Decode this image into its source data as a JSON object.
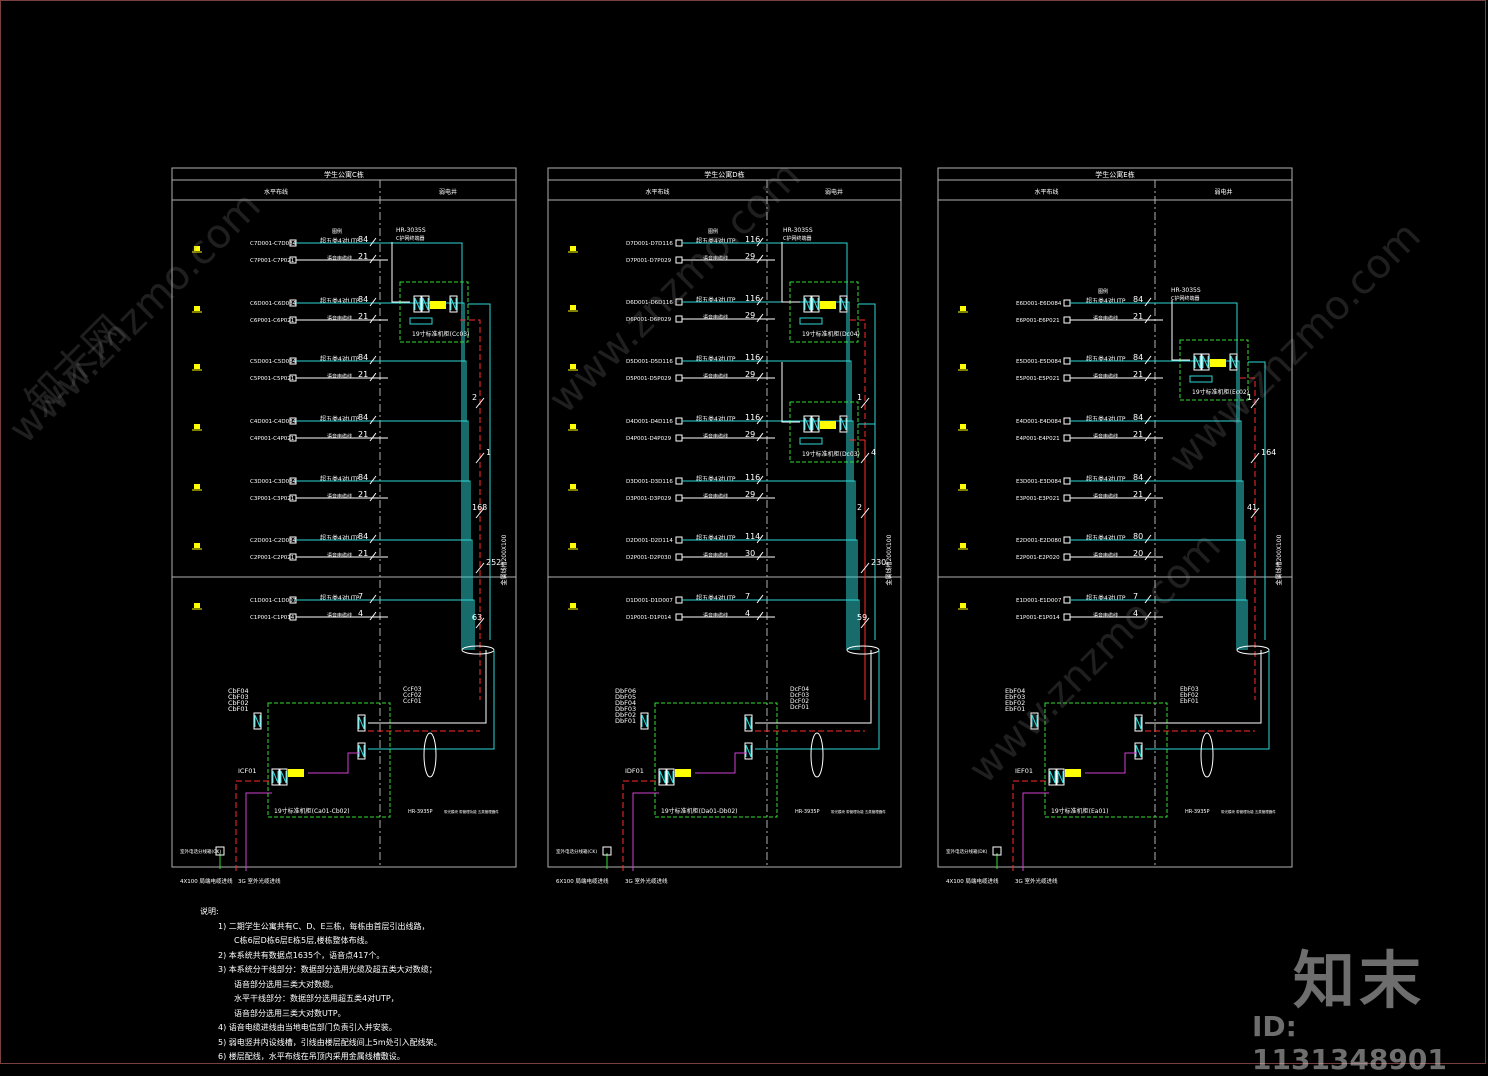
{
  "panels": [
    {
      "title": "学生公寓C栋",
      "col_left": "水平布线",
      "col_right": "弱电井",
      "header_label": "图例",
      "top_equipment": "HR-3035S",
      "top_equipment_sub": "C护网终端器",
      "rows": [
        {
          "item1": "C7D001-C7D084",
          "item2": "C7P001-C7P021",
          "n1": "84",
          "n2": "21",
          "cable1": "超五类4对UTP",
          "cable2": "语音电缆线"
        },
        {
          "item1": "C6D001-C6D084",
          "item2": "C6P001-C6P021",
          "n1": "84",
          "n2": "21",
          "cable1": "超五类4对UTP",
          "cable2": "语音电缆线"
        },
        {
          "item1": "C5D001-C5D084",
          "item2": "C5P001-C5P021",
          "n1": "84",
          "n2": "21",
          "cable1": "超五类4对UTP",
          "cable2": "语音电缆线"
        },
        {
          "item1": "C4D001-C4D084",
          "item2": "C4P001-C4P021",
          "n1": "84",
          "n2": "21",
          "cable1": "超五类4对UTP",
          "cable2": "语音电缆线"
        },
        {
          "item1": "C3D001-C3D084",
          "item2": "C3P001-C3P021",
          "n1": "84",
          "n2": "21",
          "cable1": "超五类4对UTP",
          "cable2": "语音电缆线"
        },
        {
          "item1": "C2D001-C2D084",
          "item2": "C2P001-C2P021",
          "n1": "84",
          "n2": "21",
          "cable1": "超五类4对UTP",
          "cable2": "语音电缆线"
        },
        {
          "item1": "C1D001-C1D007",
          "item2": "C1P001-C1P014",
          "n1": "7",
          "n2": "4",
          "cable1": "超五类4对UTP",
          "cable2": "语音电缆线"
        }
      ],
      "cabinets": [
        "19寸标准机柜(Cc03)"
      ],
      "riser_counts": [
        "2",
        "1",
        "168",
        "252",
        "63"
      ],
      "riser_label": "金属线槽200X100",
      "fiber_labels": [
        "CbF04",
        "CbF03",
        "CbF02",
        "CbF01"
      ],
      "dist_labels": [
        "CcF03",
        "CcF02",
        "CcF01"
      ],
      "main_cabinet": "19寸标准机柜(Ca01-Cb02)",
      "local_tag": "ICF01",
      "bottom_equipment": "HR-3935P",
      "bottom_equipment_note": "带光模块 带管理功能 五类管理器件",
      "bottom_left_note": "4X100 局端电缆进线",
      "bottom_mid_note": "3G 室外光缆进线",
      "ground_label": "室外电话分线箱(CK)"
    },
    {
      "title": "学生公寓D栋",
      "col_left": "水平布线",
      "col_right": "弱电井",
      "header_label": "图例",
      "top_equipment": "HR-3035S",
      "top_equipment_sub": "C护网终端器",
      "rows": [
        {
          "item1": "D7D001-D7D116",
          "item2": "D7P001-D7P029",
          "n1": "116",
          "n2": "29",
          "cable1": "超五类4对UTP",
          "cable2": "语音电缆线"
        },
        {
          "item1": "D6D001-D6D116",
          "item2": "D6P001-D6P029",
          "n1": "116",
          "n2": "29",
          "cable1": "超五类4对UTP",
          "cable2": "语音电缆线"
        },
        {
          "item1": "D5D001-D5D116",
          "item2": "D5P001-D5P029",
          "n1": "116",
          "n2": "29",
          "cable1": "超五类4对UTP",
          "cable2": "语音电缆线"
        },
        {
          "item1": "D4D001-D4D116",
          "item2": "D4P001-D4P029",
          "n1": "116",
          "n2": "29",
          "cable1": "超五类4对UTP",
          "cable2": "语音电缆线"
        },
        {
          "item1": "D3D001-D3D116",
          "item2": "D3P001-D3P029",
          "n1": "116",
          "n2": "29",
          "cable1": "超五类4对UTP",
          "cable2": "语音电缆线"
        },
        {
          "item1": "D2D001-D2D114",
          "item2": "D2P001-D2P030",
          "n1": "114",
          "n2": "30",
          "cable1": "超五类4对UTP",
          "cable2": "语音电缆线"
        },
        {
          "item1": "D1D001-D1D007",
          "item2": "D1P001-D1P014",
          "n1": "7",
          "n2": "4",
          "cable1": "超五类4对UTP",
          "cable2": "语音电缆线"
        }
      ],
      "cabinets": [
        "19寸标准机柜(Dc04)",
        "19寸标准机柜(Dc03)"
      ],
      "riser_counts": [
        "1",
        "4",
        "2",
        "230",
        "59"
      ],
      "riser_label": "金属线槽200X100",
      "fiber_labels": [
        "DbF06",
        "DbF05",
        "DbF04",
        "DbF03",
        "DbF02",
        "DbF01"
      ],
      "dist_labels": [
        "DcF04",
        "DcF03",
        "DcF02",
        "DcF01"
      ],
      "main_cabinet": "19寸标准机柜(Da01-Db02)",
      "local_tag": "IDF01",
      "bottom_equipment": "HR-3935P",
      "bottom_equipment_note": "带光模块 带管理功能 五类管理器件",
      "bottom_left_note": "6X100 局端电缆进线",
      "bottom_mid_note": "3G 室外光缆进线",
      "ground_label": "室外电话分线箱(CK)"
    },
    {
      "title": "学生公寓E栋",
      "col_left": "水平布线",
      "col_right": "弱电井",
      "header_label": "图例",
      "top_equipment": "HR-3035S",
      "top_equipment_sub": "C护网终端器",
      "rows": [
        {
          "item1": "E6D001-E6D084",
          "item2": "E6P001-E6P021",
          "n1": "84",
          "n2": "21",
          "cable1": "超五类4对UTP",
          "cable2": "语音电缆线"
        },
        {
          "item1": "E5D001-E5D084",
          "item2": "E5P001-E5P021",
          "n1": "84",
          "n2": "21",
          "cable1": "超五类4对UTP",
          "cable2": "语音电缆线"
        },
        {
          "item1": "E4D001-E4D084",
          "item2": "E4P001-E4P021",
          "n1": "84",
          "n2": "21",
          "cable1": "超五类4对UTP",
          "cable2": "语音电缆线"
        },
        {
          "item1": "E3D001-E3D084",
          "item2": "E3P001-E3P021",
          "n1": "84",
          "n2": "21",
          "cable1": "超五类4对UTP",
          "cable2": "语音电缆线"
        },
        {
          "item1": "E2D001-E2D080",
          "item2": "E2P001-E2P020",
          "n1": "80",
          "n2": "20",
          "cable1": "超五类4对UTP",
          "cable2": "语音电缆线"
        },
        {
          "item1": "E1D001-E1D007",
          "item2": "E1P001-E1P014",
          "n1": "7",
          "n2": "4",
          "cable1": "超五类4对UTP",
          "cable2": "语音电缆线"
        }
      ],
      "cabinets": [
        "19寸标准机柜(Ec02)"
      ],
      "riser_counts": [
        "1",
        "164",
        "41"
      ],
      "riser_label": "金属线槽200X100",
      "fiber_labels": [
        "EbF04",
        "EbF03",
        "EbF02",
        "EbF01"
      ],
      "dist_labels": [
        "EbF03",
        "EbF02",
        "EbF01"
      ],
      "main_cabinet": "19寸标准机柜(Ea01)",
      "local_tag": "IEF01",
      "bottom_equipment": "HR-3935P",
      "bottom_equipment_note": "带光模块 带管理功能 五类管理器件",
      "bottom_left_note": "4X100 局端电缆进线",
      "bottom_mid_note": "3G 室外光缆进线",
      "ground_label": "室外电话分线箱(DK)"
    }
  ],
  "notes": {
    "heading": "说明:",
    "lines": [
      "1)    二期学生公寓共有C、D、E三栋，每栋由首层引出线路，",
      "C栋6层D栋6层E栋5层,楼栋整体布线。",
      "2)  本系统共有数据点1635个，语音点417个。",
      "3)  本系统分干线部分：数据部分选用光缆及超五类大对数缆；",
      "语音部分选用三类大对数缆。",
      "水平干线部分：数据部分选用超五类4对UTP，",
      "语音部分选用三类大对数UTP。",
      "4)  语音电缆进线由当地电信部门负责引入并安装。",
      "5)  弱电竖井内设线槽，引线由楼层配线间上5m处引入配线架。",
      "6)  楼层配线，水平布线在吊顶内采用金属线槽敷设。"
    ]
  },
  "watermark": {
    "logo": "知末",
    "id": "ID: 1131348901",
    "site": "www.znzmo.com",
    "cn": "知末网"
  },
  "colors": {
    "cyan": "#2fd6d6",
    "white": "#ffffff",
    "red": "#ff2a2a",
    "green": "#33dd33",
    "yellow": "#ffff00",
    "magenta": "#d040d0",
    "grey": "#b0b0b0"
  }
}
